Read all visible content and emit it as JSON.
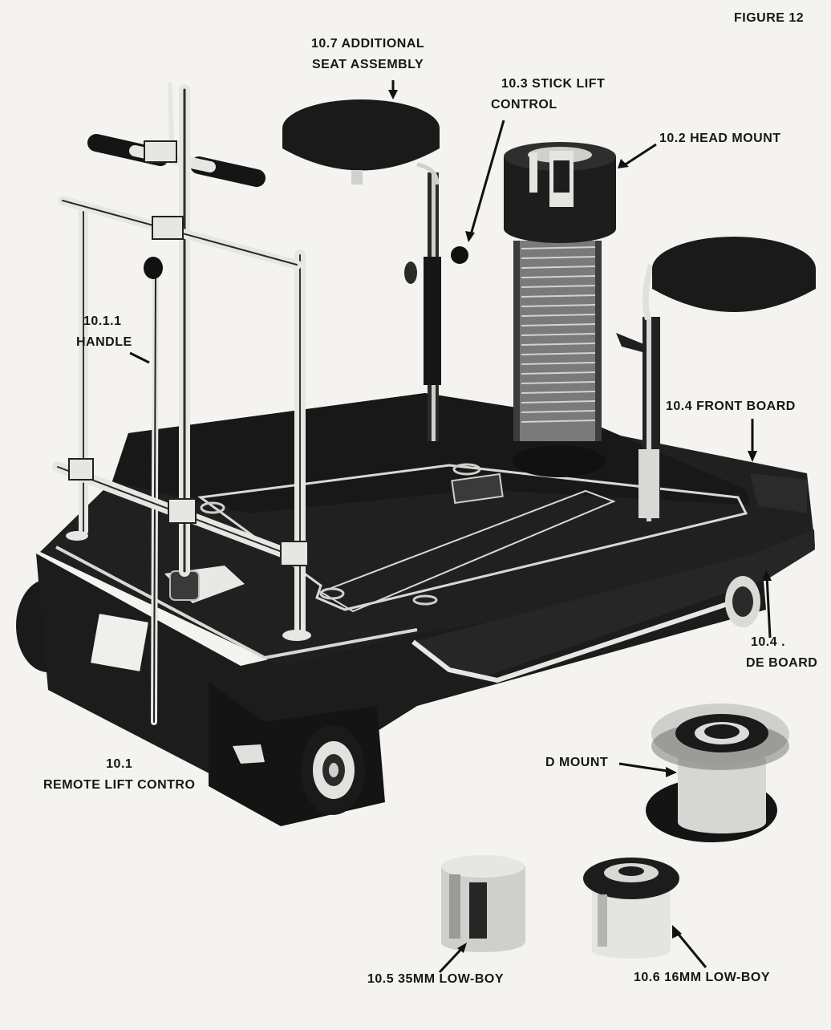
{
  "figure_label": "FIGURE 12",
  "labels": {
    "seat_assembly": [
      "10.7 ADDITIONAL",
      "SEAT ASSEMBLY"
    ],
    "stick_lift": [
      "10.3 STICK LIFT",
      "CONTROL"
    ],
    "head_mount": "10.2 HEAD MOUNT",
    "handle": [
      "10.1.1",
      "HANDLE"
    ],
    "front_board": "10.4 FRONT BOARD",
    "side_board": [
      "10.4 .",
      "DE BOARD"
    ],
    "remote_lift": [
      "10.1",
      "REMOTE LIFT CONTRO"
    ],
    "head_mount_separate": "D MOUNT",
    "lowboy_35": "10.5 35MM LOW-BOY",
    "lowboy_16": "10.6 16MM LOW-BOY"
  },
  "colors": {
    "paper": "#f4f3ef",
    "ink": "#161616",
    "dark": "#1c1c1c",
    "metal": "#d9d9d6"
  }
}
